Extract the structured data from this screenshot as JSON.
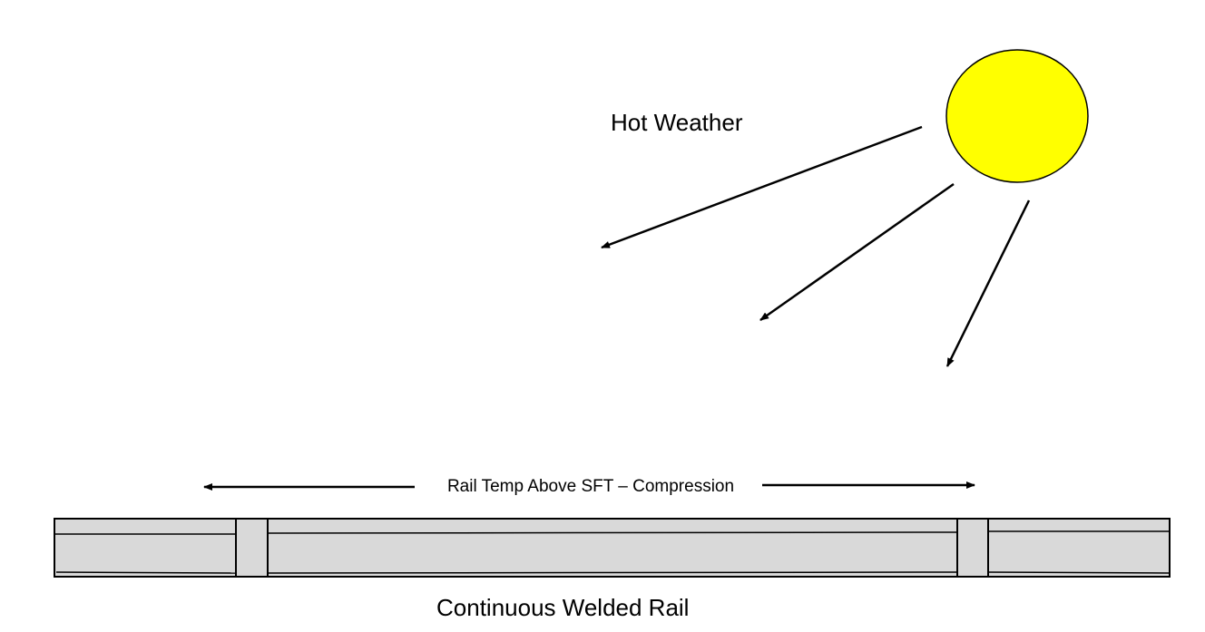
{
  "title": "Hot Weather",
  "compression_label": "Rail Temp Above SFT – Compression",
  "rail_label": "Continuous Welded Rail",
  "colors": {
    "sun": "#FFFF00",
    "rail": "#D9D9D9",
    "stroke": "#000000"
  }
}
